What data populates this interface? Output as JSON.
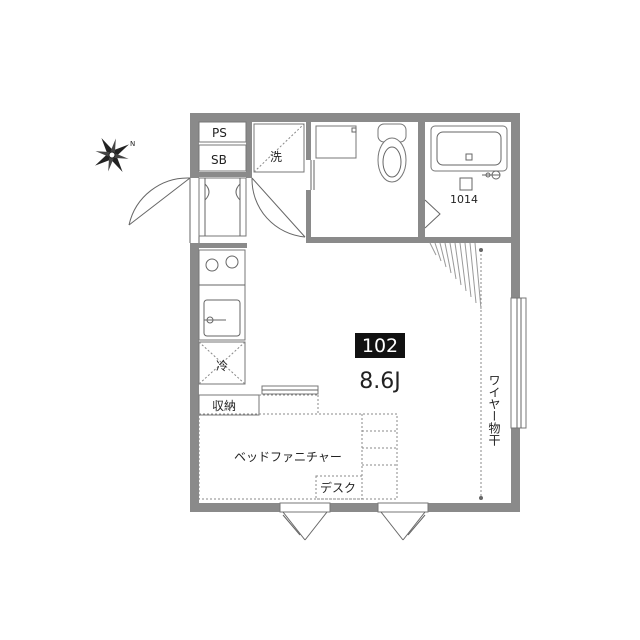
{
  "plan": {
    "room_number": "102",
    "room_size": "8.6J",
    "unit_bath": "1014",
    "labels": {
      "ps": "PS",
      "sb": "SB",
      "washer": "洗",
      "fridge": "冷",
      "storage": "収納",
      "bed_furniture": "ベッドファニチャー",
      "desk": "デスク",
      "wire_drying": "ワイヤー物干"
    },
    "compass": {
      "symbol": "compass-rose-icon",
      "north_label": "N"
    }
  }
}
